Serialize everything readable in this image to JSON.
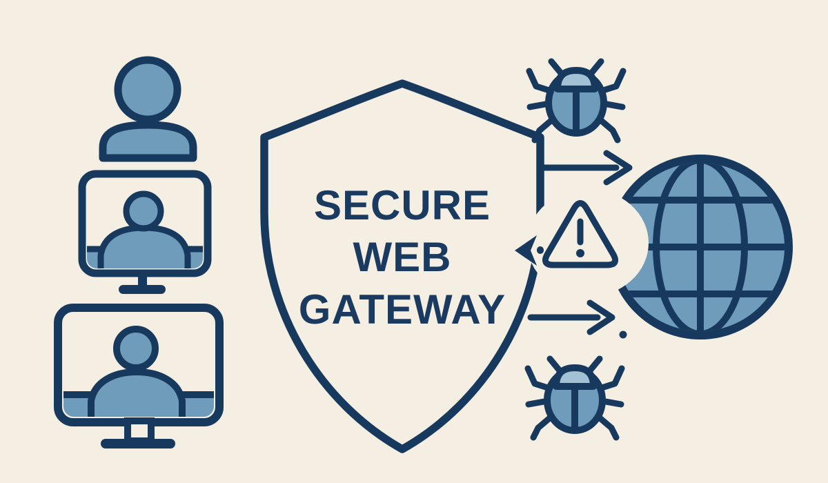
{
  "shield": {
    "line1": "SECURE",
    "line2": "WEB",
    "line3": "GATEWAY"
  },
  "icons": {
    "left_column": [
      "user-icon",
      "monitor-user-icon",
      "monitor-user-icon"
    ],
    "center": "shield-outline-icon",
    "right_column": [
      "bug-icon",
      "arrow-right-icon",
      "warning-triangle-icon",
      "arrow-left-icon",
      "arrow-right-icon",
      "bug-icon",
      "globe-icon"
    ]
  },
  "colors": {
    "background": "#f5eee2",
    "outline_navy": "#17395e",
    "fill_blue": "#6f9cba",
    "fill_blue_light": "#a3c1d5",
    "text_navy": "#1b3a5f"
  }
}
